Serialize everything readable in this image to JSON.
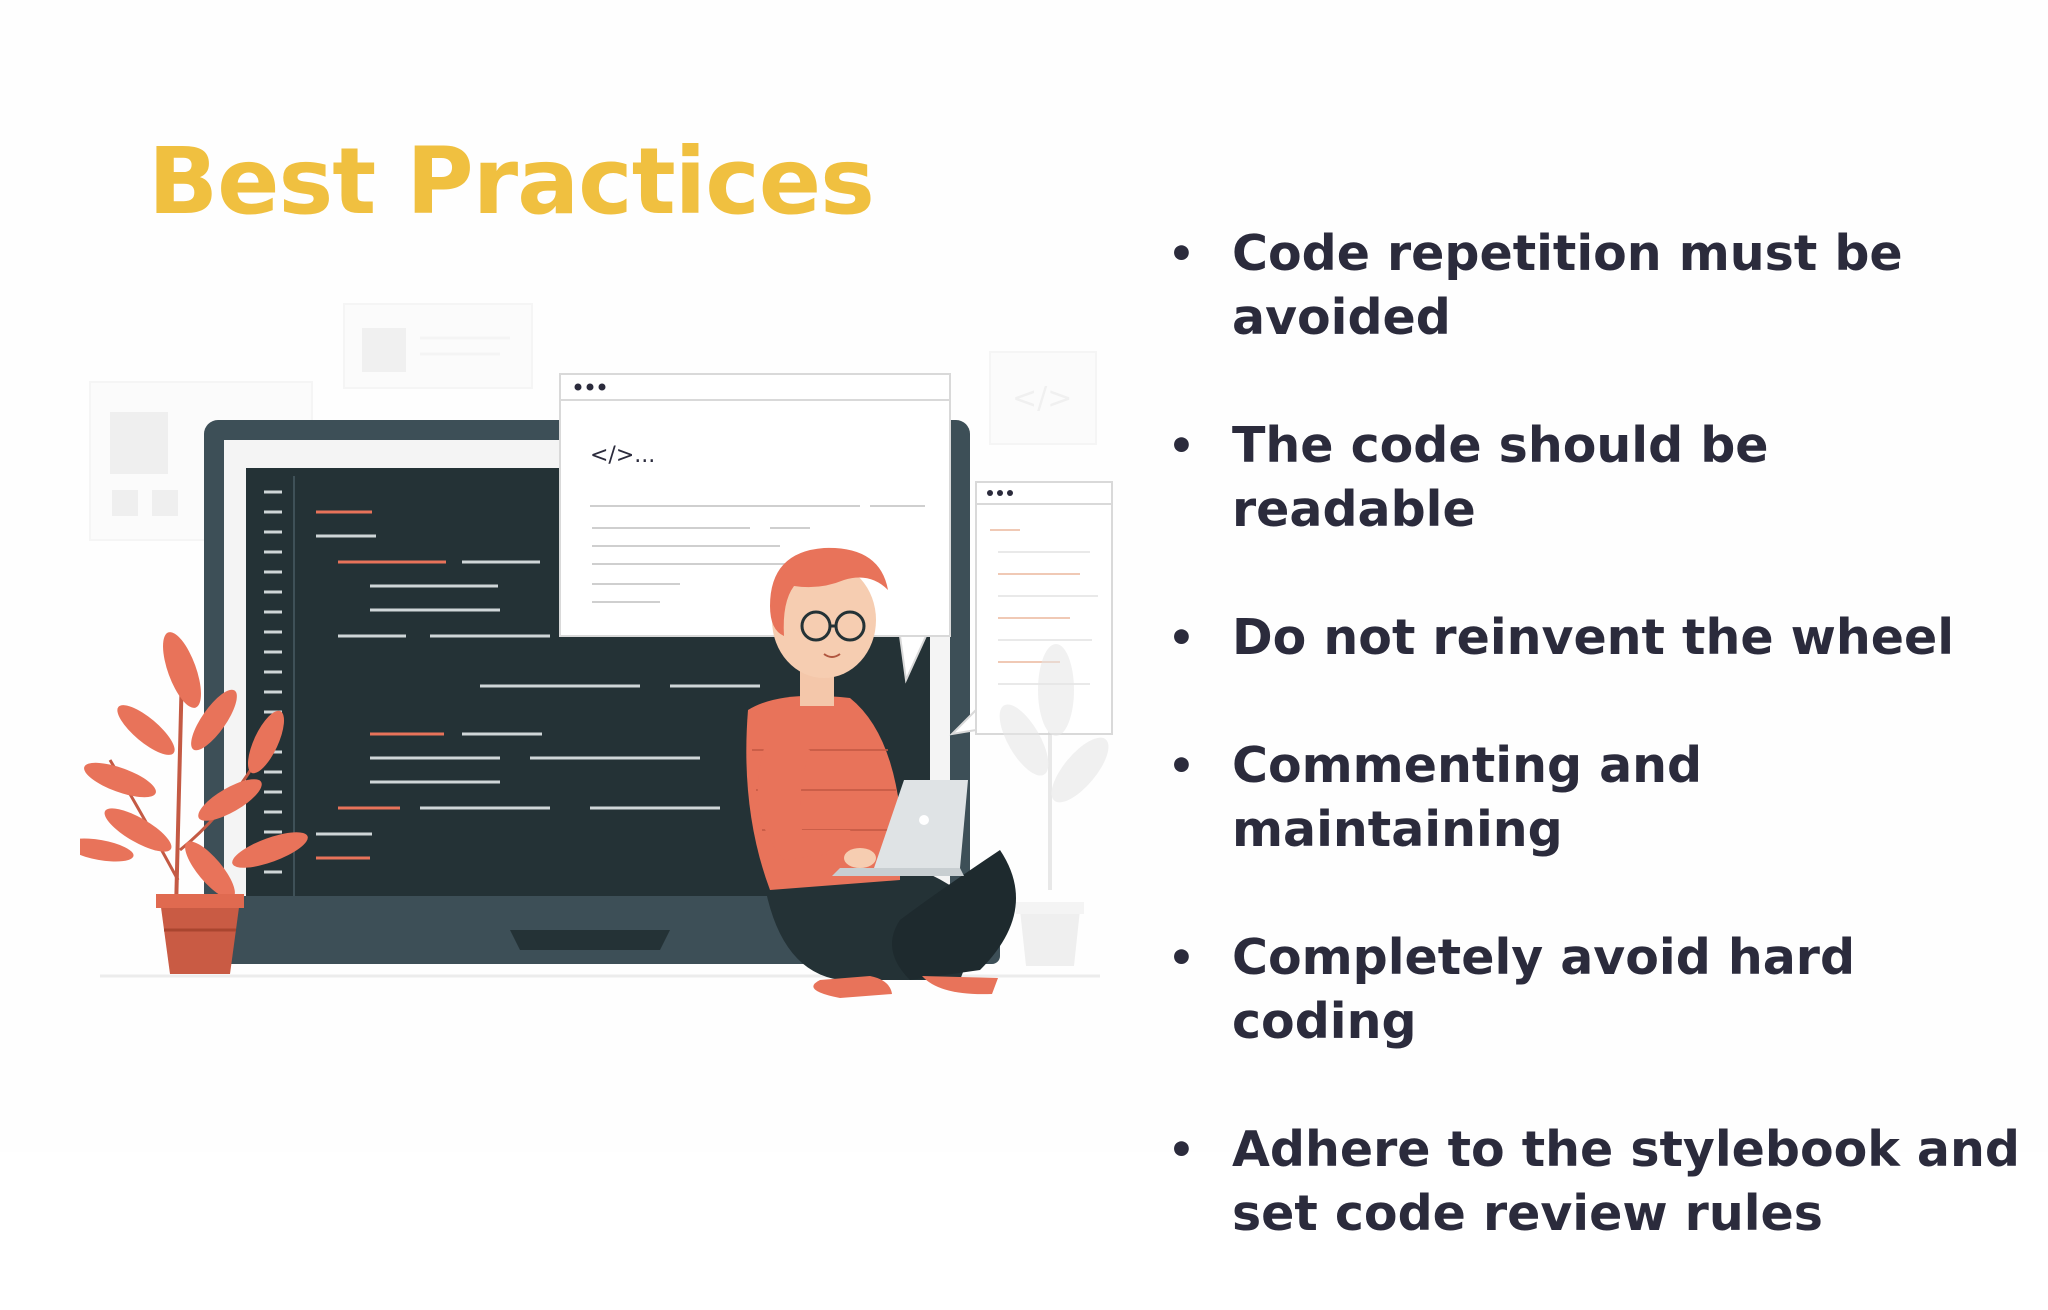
{
  "slide": {
    "title": "Best Practices",
    "title_color": "#f0c040",
    "text_color": "#2b2b3c",
    "bullets": [
      {
        "marker": "•",
        "text": "Code repetition must be avoided"
      },
      {
        "marker": "•",
        "text": "The code should be readable"
      },
      {
        "marker": "•",
        "text": "Do not reinvent the wheel"
      },
      {
        "marker": "•",
        "text": "Commenting and maintaining"
      },
      {
        "marker": "•",
        "text": "Completely avoid hard coding"
      },
      {
        "marker": "•",
        "text": "Adhere to the stylebook and set code review rules"
      }
    ]
  },
  "illustration": {
    "subject": "person-coding-with-laptop-icon",
    "code_tag_text": "</>...",
    "accent_color": "#e8735a",
    "screen_color": "#243236"
  }
}
